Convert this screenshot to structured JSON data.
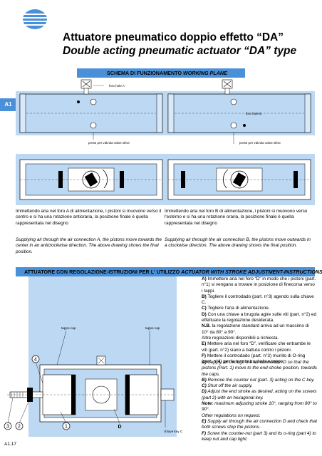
{
  "header": {
    "title_it": "Attuatore pneumatico doppio effetto “DA”",
    "title_en": "Double acting pneumatic actuator “DA” type"
  },
  "side_tab": "A1",
  "section1": {
    "title_it": "SCHEMA DI FUNZIONAMENTO",
    "title_en": "WORKING PLANE",
    "label_foro_a": "foro hole A",
    "label_foro_b": "foro hole B",
    "label_press_left": "press per valvola  valve drive",
    "label_press_right": "press per valvola  valve drive",
    "desc_left_it": "Immettendo aria nel foro A di alimentazione, i pistoni si muovono verso il centro e si ha una rotazione antioraria, la posizione finale è quella rappresentata nel disegno",
    "desc_right_it": "Immettendo aria nel foro B di alimentazione, i pistoni si muovono verso l'esterno e si ha una rotazione oraria, la posizione finale è quella rappresentata nel disegno",
    "desc_left_en": "Supplying air through the air connection A, the pistons move towards the center in an anticlockwise direction. The above drawing shows the final position.",
    "desc_right_en": "Supplying air through the air connection B, the pistons move outwards in a clockwise direction. The above drawing shows the final position."
  },
  "section2": {
    "title_it": "ATTUATORE CON REGOLAZIONE-ISTRUZIONI PER L' UTILIZZO",
    "title_en": "ACTUATOR WITH STROKE ADJUSTMENT-INSTRUCTIONS",
    "label_tappo_left": "tappo cap",
    "label_tappo_right": "tappo cap",
    "label_chiave": "chiave key C",
    "callouts": [
      "4",
      "3",
      "2",
      "1",
      "D"
    ],
    "instructions_it": [
      {
        "key": "A)",
        "text": " Immettere aria nel foro “D” in modo che i pistoni (part. n°1) si vengano a trovare in posizione di finecorsa verso i tappi."
      },
      {
        "key": "B)",
        "text": " Togliere il controdado (part. n°3) agendo sulla chiave C."
      },
      {
        "key": "C)",
        "text": " Togliere l'aria di alimentazione."
      },
      {
        "key": "D)",
        "text": " Con una chiave a brugola agire sulle viti (part. n°2) ed effettuare la regolazione desiderata."
      },
      {
        "key": "N.B.",
        "text": " la regolazione standard arriva ad un massimo di 10° da 80° a 90°."
      },
      {
        "key": "",
        "text": "Altre regolazioni disponibili a richiesta."
      },
      {
        "key": "E)",
        "text": " Mettere aria nel foro “D”, verificare che entrambe le viti (part. n°2) siano a battuta contro i pistoni."
      },
      {
        "key": "F)",
        "text": " Mettere il controdado (part. n°3) munito di O-ring (part. n°4) per la tenuta tra dado e tappo."
      }
    ],
    "instructions_en": [
      {
        "key": "A)",
        "text": " Supply air through the air connection D so that the pistons (Part. 1) move to the end-stroke position, towards the caps."
      },
      {
        "key": "B)",
        "text": " Remove the counter nut (part. 3) acting on the C key."
      },
      {
        "key": "C)",
        "text": " Shut off the air supply."
      },
      {
        "key": "D)",
        "text": " Adjust the end stroke as desired, acting on the screws (part 2) with an hexagonal key."
      },
      {
        "key": "Note:",
        "text": " maximum adjusting stroke 10°, ranging from 80° to 90°."
      },
      {
        "key": "",
        "text": "Other regulations on request."
      },
      {
        "key": "E)",
        "text": " Supply air through the air connection D and check that both screws stop the pistons."
      },
      {
        "key": "F)",
        "text": " Screw the counter-nut (part 3) and its o-ring (part 4) to keep nut and cap tight."
      }
    ]
  },
  "footer": {
    "page_ref": "A1.17"
  },
  "colors": {
    "accent_blue": "#4a90d9",
    "diagram_fill": "#bcd8f2"
  }
}
